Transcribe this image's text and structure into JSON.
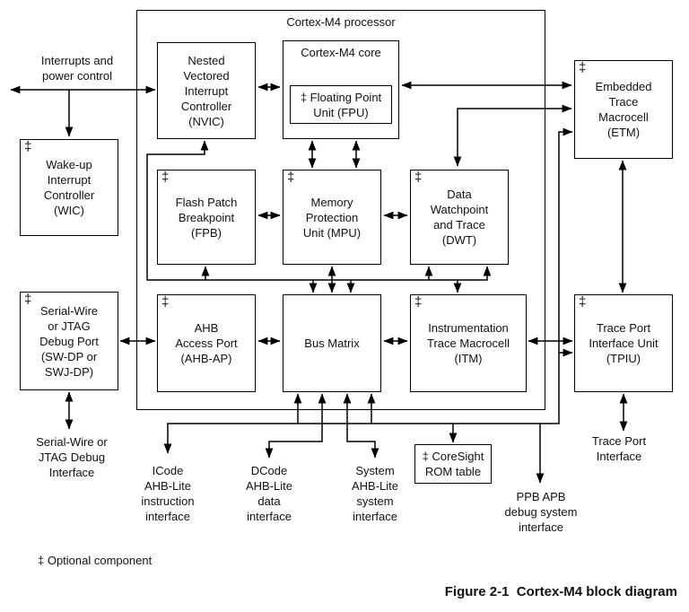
{
  "processor_title": "Cortex-M4 processor",
  "core_title": "Cortex-M4 core",
  "dagger": "‡",
  "blocks": {
    "nvic": "Nested\nVectored\nInterrupt\nController\n(NVIC)",
    "fpu": "‡ Floating Point\nUnit (FPU)",
    "wic": "Wake-up\nInterrupt\nController\n(WIC)",
    "fpb": "Flash Patch\nBreakpoint\n(FPB)",
    "mpu": "Memory\nProtection\nUnit (MPU)",
    "dwt": "Data\nWatchpoint\nand Trace\n(DWT)",
    "swdp": "Serial-Wire\nor JTAG\nDebug Port\n(SW-DP or\nSWJ-DP)",
    "ahbap": "AHB\nAccess Port\n(AHB-AP)",
    "busmatrix": "Bus Matrix",
    "itm": "Instrumentation\nTrace Macrocell\n(ITM)",
    "etm": "Embedded\nTrace\nMacrocell\n(ETM)",
    "tpiu": "Trace Port\nInterface Unit\n(TPIU)",
    "coresight": "‡ CoreSight\nROM table"
  },
  "labels": {
    "interrupts": "Interrupts and\npower control",
    "swd_interface": "Serial-Wire or\nJTAG Debug\nInterface",
    "icode": "ICode\nAHB-Lite\ninstruction\ninterface",
    "dcode": "DCode\nAHB-Lite\ndata\ninterface",
    "system": "System\nAHB-Lite\nsystem\ninterface",
    "ppb": "PPB APB\ndebug system\ninterface",
    "trace_port": "Trace Port\nInterface",
    "optional_note": "‡ Optional component"
  },
  "caption": "Figure 2-1  Cortex-M4 block diagram",
  "colors": {
    "line": "#000000",
    "text": "#111111",
    "background": "#ffffff"
  }
}
